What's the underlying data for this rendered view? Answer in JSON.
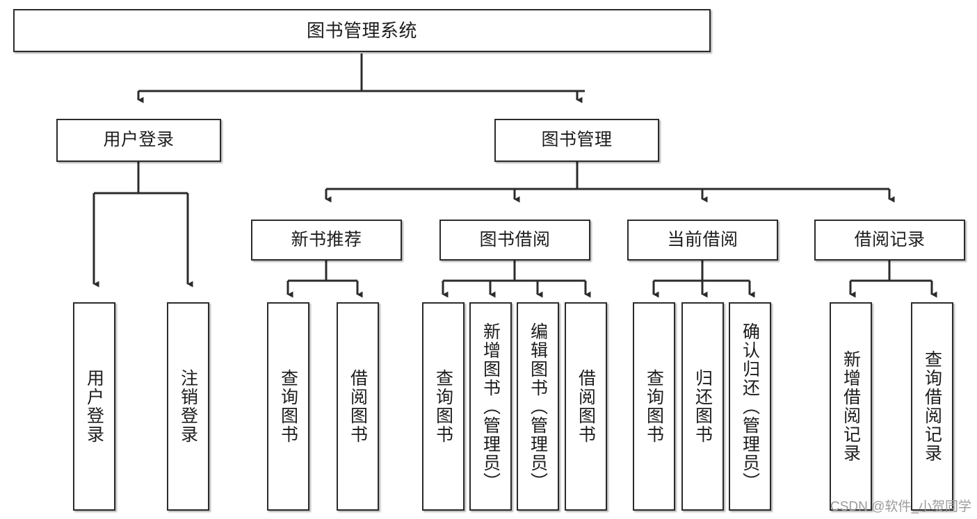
{
  "diagram": {
    "title": "图书管理系统",
    "type": "tree-hierarchy-chart",
    "edge_color": "#2b2b2b",
    "node_border_color": "#2b2b2b",
    "node_fill_color": "#ffffff",
    "text_color": "#1c1c1c",
    "root": {
      "label": "图书管理系统"
    },
    "level2": [
      {
        "label": "用户登录"
      },
      {
        "label": "图书管理"
      }
    ],
    "level3": [
      {
        "label": "新书推荐"
      },
      {
        "label": "图书借阅"
      },
      {
        "label": "当前借阅"
      },
      {
        "label": "借阅记录"
      }
    ],
    "leaves": {
      "user_login": [
        {
          "label": "用户登录"
        },
        {
          "label": "注销登录"
        }
      ],
      "new_book_recommend": [
        {
          "label": "查询图书"
        },
        {
          "label": "借阅图书"
        }
      ],
      "book_borrow": [
        {
          "label": "查询图书"
        },
        {
          "label": "新增图书（管理员）"
        },
        {
          "label": "编辑图书（管理员）"
        },
        {
          "label": "借阅图书"
        }
      ],
      "current_borrow": [
        {
          "label": "查询图书"
        },
        {
          "label": "归还图书"
        },
        {
          "label": "确认归还（管理员）"
        }
      ],
      "borrow_record": [
        {
          "label": "新增借阅记录"
        },
        {
          "label": "查询借阅记录"
        }
      ]
    }
  },
  "watermark": {
    "text": "CSDN @软件_小贺同学"
  }
}
